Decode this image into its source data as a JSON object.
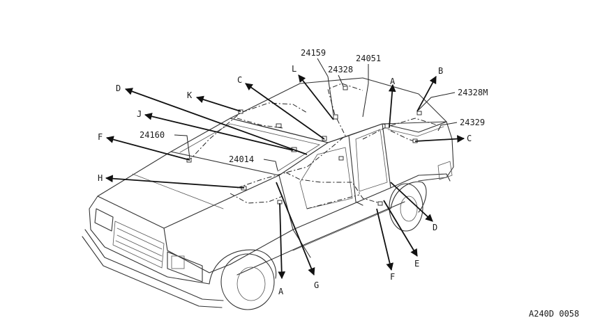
{
  "diagram": {
    "part_numbers": [
      "24159",
      "24051",
      "24328",
      "24328M",
      "24329",
      "24160",
      "24014"
    ],
    "arrow_letters": [
      "A",
      "B",
      "C",
      "D",
      "E",
      "F",
      "G",
      "H",
      "J",
      "K",
      "L"
    ],
    "reference_code": "A240D 0058"
  },
  "labels": {
    "p24159": "24159",
    "p24051": "24051",
    "p24328": "24328",
    "p24328M": "24328M",
    "p24329": "24329",
    "p24160": "24160",
    "p24014": "24014",
    "ref": "A240D 0058",
    "L": "L",
    "A_top": "A",
    "B": "B",
    "C_left": "C",
    "C_right": "C",
    "D_left": "D",
    "D_right": "D",
    "K": "K",
    "J": "J",
    "F_left": "F",
    "F_bottom": "F",
    "H": "H",
    "E": "E",
    "G": "G",
    "A_bottom": "A"
  }
}
